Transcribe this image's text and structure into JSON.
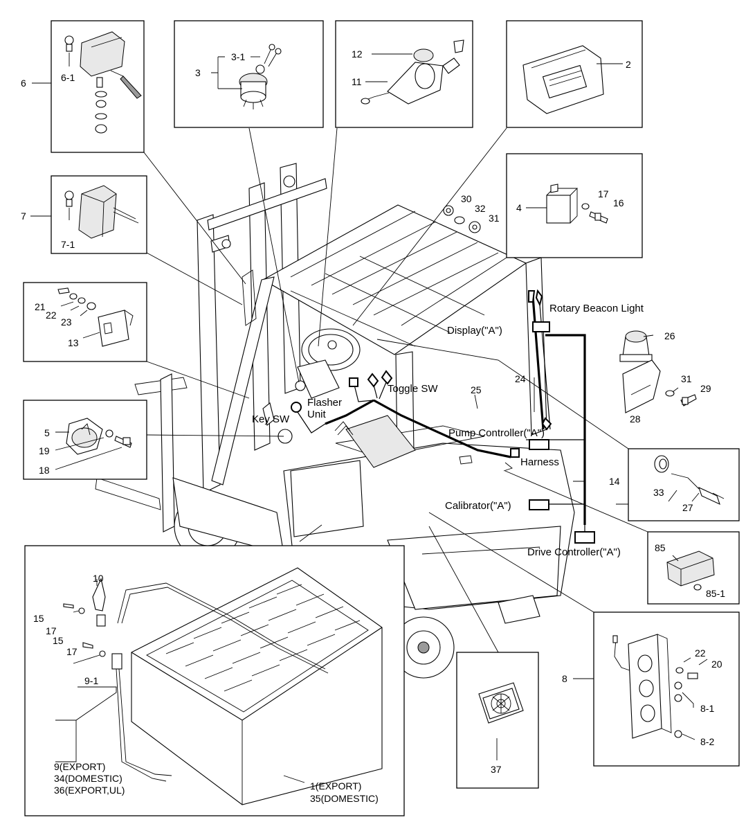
{
  "callouts": {
    "c6": "6",
    "c6_1": "6-1",
    "c3": "3",
    "c3_1": "3-1",
    "c12": "12",
    "c11": "11",
    "c2": "2",
    "c7": "7",
    "c7_1": "7-1",
    "c4": "4",
    "c17a": "17",
    "c16": "16",
    "c30": "30",
    "c32": "32",
    "c31a": "31",
    "c21": "21",
    "c22a": "22",
    "c23": "23",
    "c13": "13",
    "c26": "26",
    "c31b": "31",
    "c29": "29",
    "c28": "28",
    "c24": "24",
    "c25": "25",
    "c14": "14",
    "c5": "5",
    "c19": "19",
    "c18": "18",
    "c33": "33",
    "c27": "27",
    "c85": "85",
    "c85_1": "85-1",
    "c10": "10",
    "c15a": "15",
    "c17b": "17",
    "c15b": "15",
    "c17c": "17",
    "c9_1": "9-1",
    "c9_export": "9(EXPORT)",
    "c34_domestic": "34(DOMESTIC)",
    "c36_export_ul": "36(EXPORT,UL)",
    "c1_export": "1(EXPORT)",
    "c35_domestic": "35(DOMESTIC)",
    "c37": "37",
    "c8": "8",
    "c22b": "22",
    "c20": "20",
    "c8_1": "8-1",
    "c8_2": "8-2"
  },
  "harness_labels": {
    "rotary_beacon": "Rotary Beacon Light",
    "display": "Display(\"A\")",
    "toggle_sw": "Toggle SW",
    "flasher_unit_1": "Flasher",
    "flasher_unit_2": "Unit",
    "key_sw": "Key SW",
    "pump_controller": "Pump Controller(\"A\")",
    "harness": "Harness",
    "calibrator": "Calibrator(\"A\")",
    "drive_controller": "Drive Controller(\"A\")"
  }
}
